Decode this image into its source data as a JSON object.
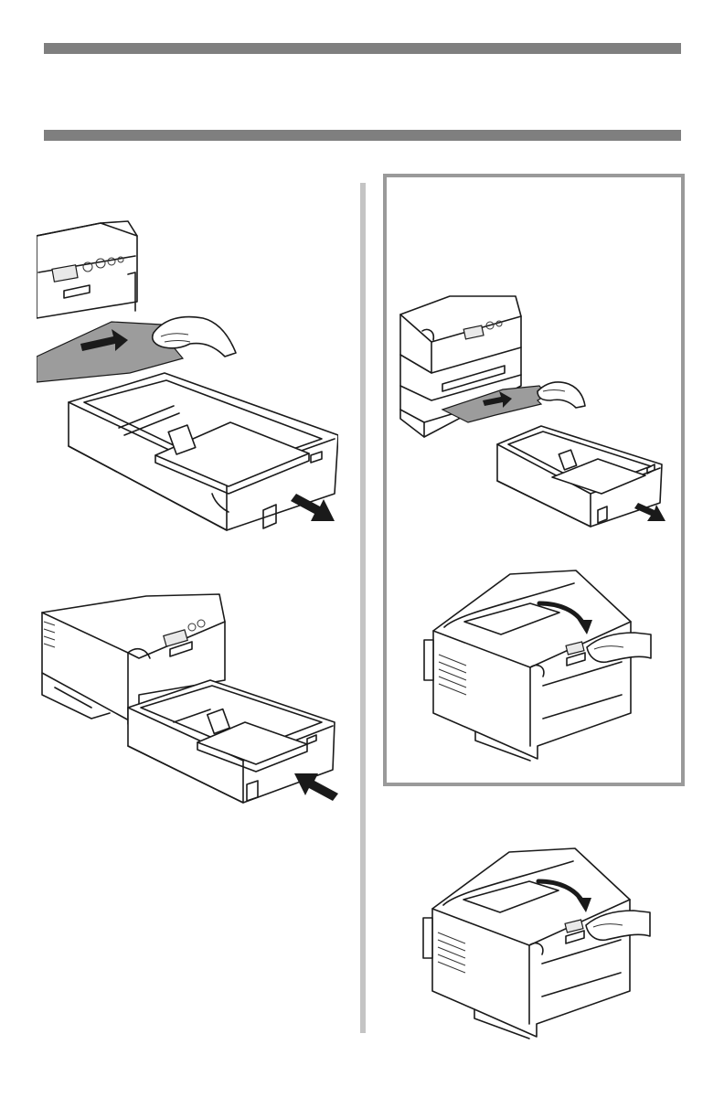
{
  "page": {
    "figures": [
      {
        "name": "remove-jammed-sheet-tray-out",
        "icon": "printer-tray-jam-illustration"
      },
      {
        "name": "reinsert-paper-tray",
        "icon": "printer-tray-insert-illustration"
      },
      {
        "name": "lower-tray-jam-removal",
        "icon": "printer-lower-tray-jam-illustration"
      },
      {
        "name": "close-top-cover-panel",
        "icon": "printer-close-cover-illustration"
      },
      {
        "name": "close-top-cover",
        "icon": "printer-close-cover-illustration"
      }
    ]
  }
}
